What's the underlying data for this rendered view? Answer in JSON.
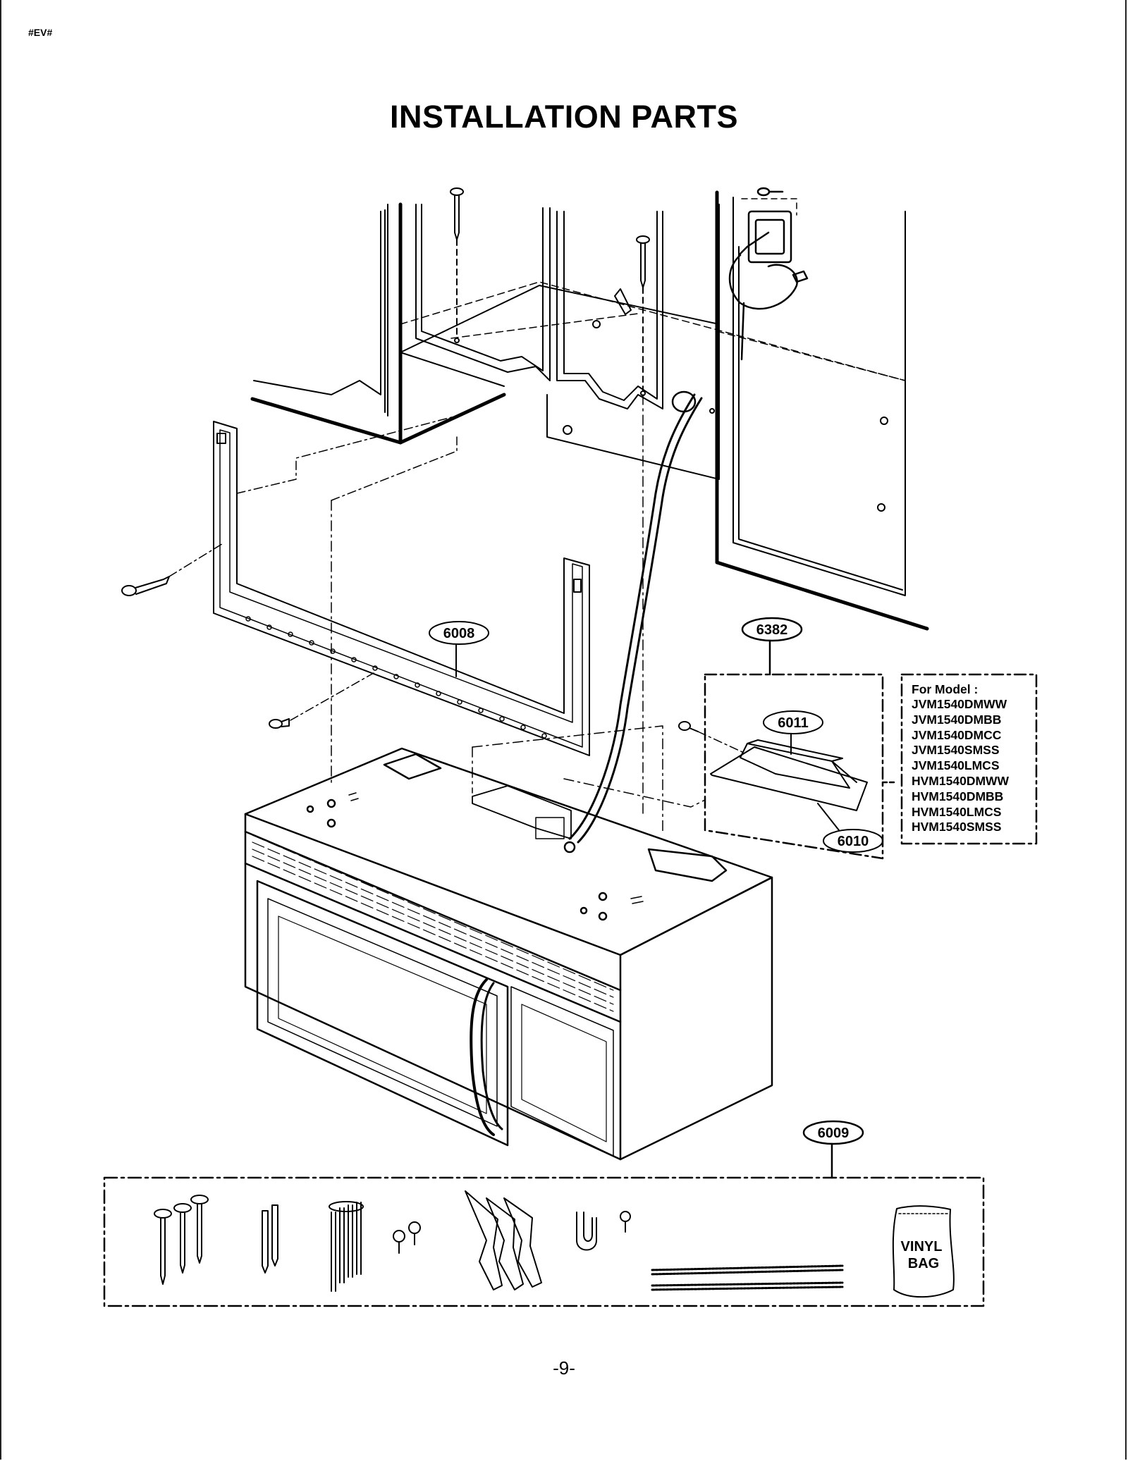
{
  "header": {
    "code": "#EV#",
    "title": "INSTALLATION PARTS"
  },
  "callouts": {
    "mounting_plate": "6008",
    "installation_kit": "6009",
    "damper_assembly": "6382",
    "damper": "6011",
    "damper_plate": "6010"
  },
  "model_box": {
    "title": "For Model :",
    "models": [
      "JVM1540DMWW",
      "JVM1540DMBB",
      "JVM1540DMCC",
      "JVM1540SMSS",
      "JVM1540LMCS",
      "HVM1540DMWW",
      "HVM1540DMBB",
      "HVM1540LMCS",
      "HVM1540SMSS"
    ]
  },
  "vinyl_bag": {
    "line1": "VINYL",
    "line2": "BAG"
  },
  "footer": {
    "page_number": "-9-"
  }
}
